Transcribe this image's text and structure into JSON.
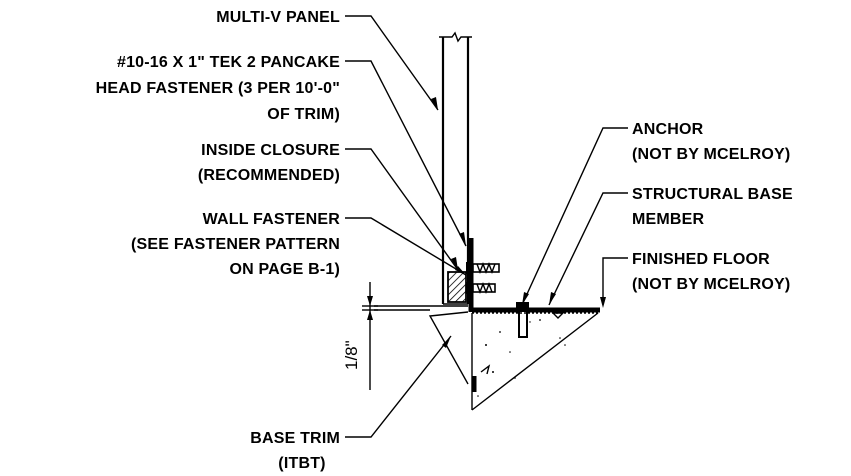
{
  "labels": {
    "multi_v_panel": "MULTI-V PANEL",
    "tek_fastener": [
      "#10-16 X 1\" TEK 2 PANCAKE",
      "HEAD FASTENER (3 PER 10'-0\"",
      "OF TRIM)"
    ],
    "inside_closure": [
      "INSIDE CLOSURE",
      "(RECOMMENDED)"
    ],
    "wall_fastener": [
      "WALL FASTENER",
      "(SEE FASTENER PATTERN",
      "ON PAGE B-1)"
    ],
    "anchor": [
      "ANCHOR",
      "(NOT BY MCELROY)"
    ],
    "structural_base_member": [
      "STRUCTURAL BASE",
      "MEMBER"
    ],
    "finished_floor": [
      "FINISHED FLOOR",
      "(NOT BY MCELROY)"
    ],
    "base_trim": [
      "BASE TRIM",
      "(ITBT)"
    ],
    "dimension": "1/8\""
  },
  "colors": {
    "ink": "#000000",
    "background": "#ffffff"
  }
}
